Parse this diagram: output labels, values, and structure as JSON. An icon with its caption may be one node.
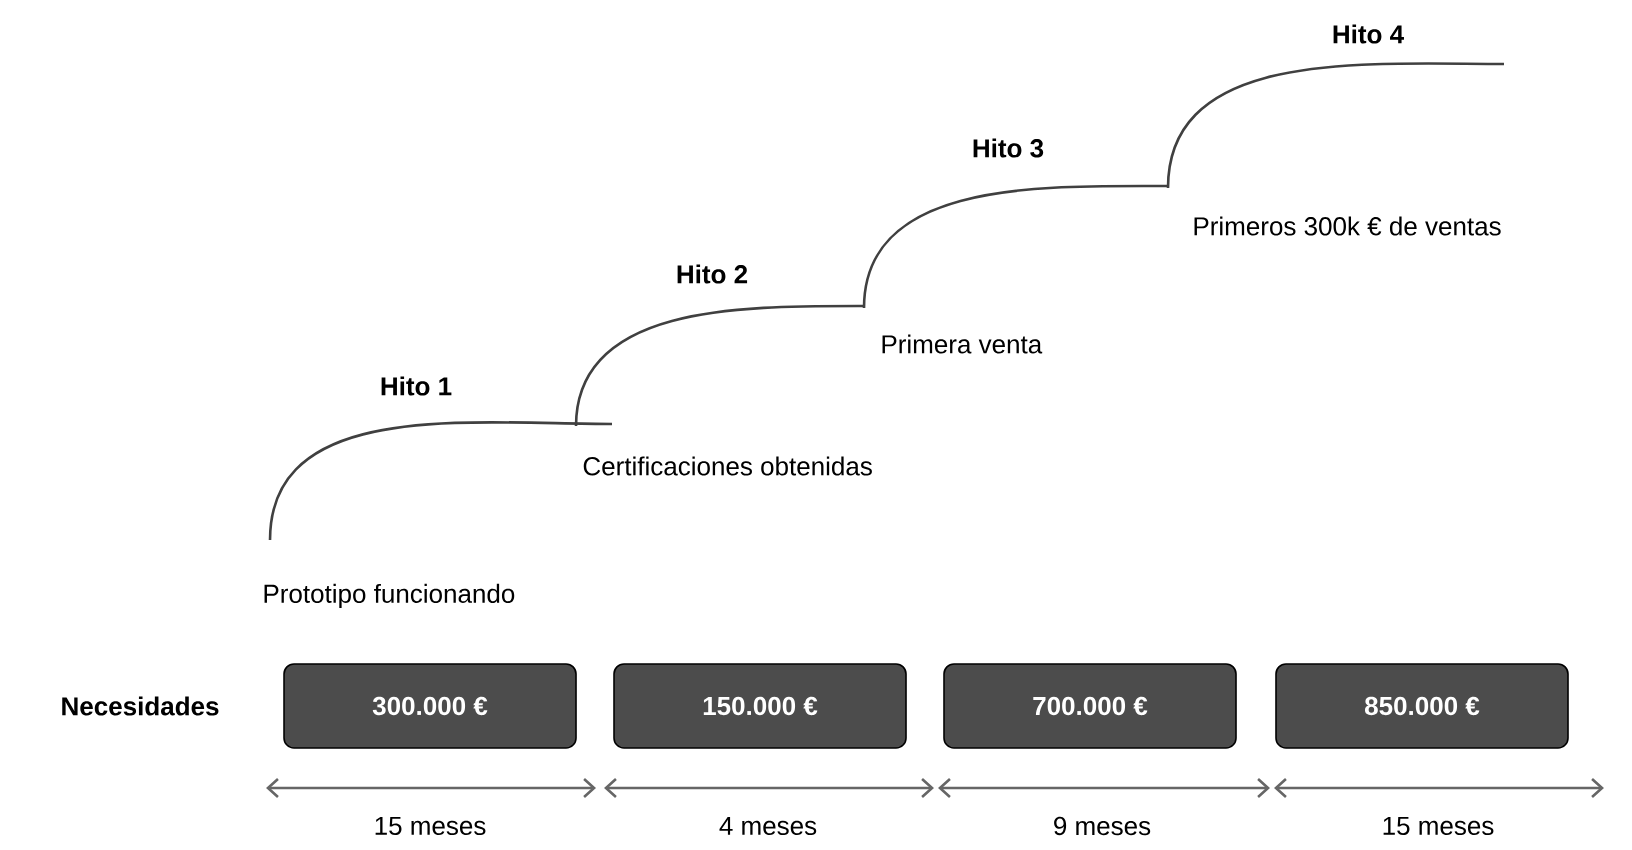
{
  "diagram": {
    "nodes": [
      {
        "text": [
          "300.000 €"
        ]
      },
      {
        "text": [
          "150.000 €"
        ]
      },
      {
        "text": [
          "700.000 €"
        ]
      },
      {
        "text": [
          "850.000 €"
        ]
      }
    ],
    "labels": [
      "Hito 4",
      "Hito 3",
      "Primeros 300k € de ventas",
      "Hito 2",
      "Primera venta",
      "Hito 1",
      "Certificaciones obtenidas",
      "Prototipo funcionando",
      "Necesidades",
      "15 meses",
      "4 meses",
      "9 meses",
      "15 meses"
    ]
  }
}
